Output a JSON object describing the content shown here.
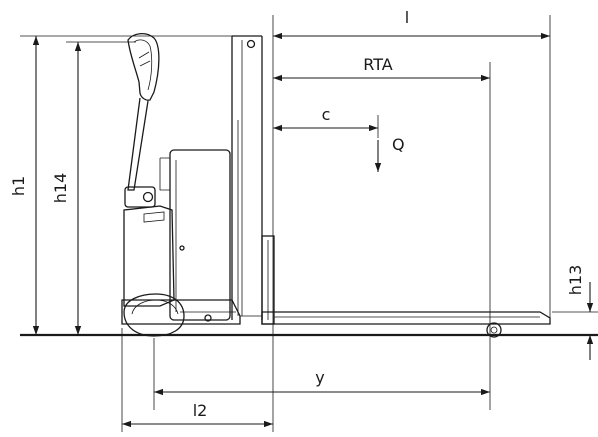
{
  "diagram": {
    "colors": {
      "line": "#1a1a1a",
      "background": "#ffffff"
    },
    "labels": {
      "l": "l",
      "rta": "RTA",
      "c": "c",
      "q": "Q",
      "h1": "h1",
      "h14": "h14",
      "h13": "h13",
      "y": "y",
      "l2": "l2"
    }
  }
}
